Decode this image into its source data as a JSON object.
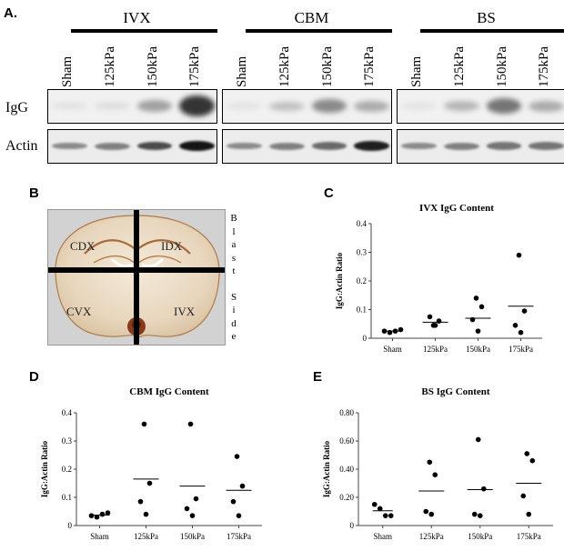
{
  "panel_a": {
    "label": "A.",
    "groups": [
      {
        "title": "IVX",
        "lanes": [
          "Sham",
          "125kPa",
          "150kPa",
          "175kPa"
        ],
        "igg": [
          0.05,
          0.08,
          0.35,
          0.85
        ],
        "actin": [
          0.45,
          0.5,
          0.75,
          1.0
        ]
      },
      {
        "title": "CBM",
        "lanes": [
          "Sham",
          "125kPa",
          "150kPa",
          "175kPa"
        ],
        "igg": [
          0.04,
          0.2,
          0.45,
          0.3
        ],
        "actin": [
          0.45,
          0.5,
          0.6,
          0.95
        ]
      },
      {
        "title": "BS",
        "lanes": [
          "Sham",
          "125kPa",
          "150kPa",
          "175kPa"
        ],
        "igg": [
          0.04,
          0.25,
          0.55,
          0.3
        ],
        "actin": [
          0.45,
          0.5,
          0.55,
          0.55
        ]
      }
    ],
    "rows": [
      "IgG",
      "Actin"
    ]
  },
  "panel_b": {
    "label": "B",
    "quadrants": [
      "CDX",
      "IDX",
      "CVX",
      "IVX"
    ],
    "side_text_1": [
      "B",
      "l",
      "a",
      "s",
      "t"
    ],
    "side_text_2": [
      "S",
      "i",
      "d",
      "e"
    ]
  },
  "chart_data": [
    {
      "panel": "C",
      "type": "scatter",
      "title": "IVX IgG Content",
      "xlabel": "",
      "ylabel": "IgG:Actin Ratio",
      "categories": [
        "Sham",
        "125kPa",
        "150kPa",
        "175kPa"
      ],
      "ylim": [
        0,
        0.4
      ],
      "yticks": [
        "0",
        "0.1",
        "0.2",
        "0.3",
        "0.4"
      ],
      "points": [
        [
          0.025,
          0.02,
          0.025,
          0.03
        ],
        [
          0.045,
          0.06,
          0.075,
          0.045
        ],
        [
          0.14,
          0.11,
          0.065,
          0.025
        ],
        [
          0.29,
          0.095,
          0.045,
          0.02
        ]
      ],
      "means": [
        0.025,
        0.056,
        0.07,
        0.112
      ]
    },
    {
      "panel": "D",
      "type": "scatter",
      "title": "CBM IgG Content",
      "xlabel": "",
      "ylabel": "IgG:Actin Ratio",
      "categories": [
        "Sham",
        "125kPa",
        "150kPa",
        "175kPa"
      ],
      "ylim": [
        0,
        0.4
      ],
      "yticks": [
        "0",
        "0.1",
        "0.2",
        "0.3",
        "0.4"
      ],
      "points": [
        [
          0.035,
          0.03,
          0.04,
          0.045
        ],
        [
          0.36,
          0.15,
          0.085,
          0.04
        ],
        [
          0.36,
          0.095,
          0.06,
          0.035
        ],
        [
          0.245,
          0.14,
          0.085,
          0.035
        ]
      ],
      "means": [
        0.037,
        0.165,
        0.14,
        0.125
      ]
    },
    {
      "panel": "E",
      "type": "scatter",
      "title": "BS IgG Content",
      "xlabel": "",
      "ylabel": "IgG:Actin Ratio",
      "categories": [
        "Sham",
        "125kPa",
        "150kPa",
        "175kPa"
      ],
      "ylim": [
        0,
        0.8
      ],
      "yticks": [
        "0",
        "0.20",
        "0.40",
        "0.60",
        "0.80"
      ],
      "points": [
        [
          0.15,
          0.12,
          0.07,
          0.07
        ],
        [
          0.45,
          0.36,
          0.1,
          0.08
        ],
        [
          0.61,
          0.26,
          0.08,
          0.07
        ],
        [
          0.51,
          0.46,
          0.21,
          0.08
        ]
      ],
      "means": [
        0.105,
        0.245,
        0.255,
        0.3
      ]
    }
  ]
}
